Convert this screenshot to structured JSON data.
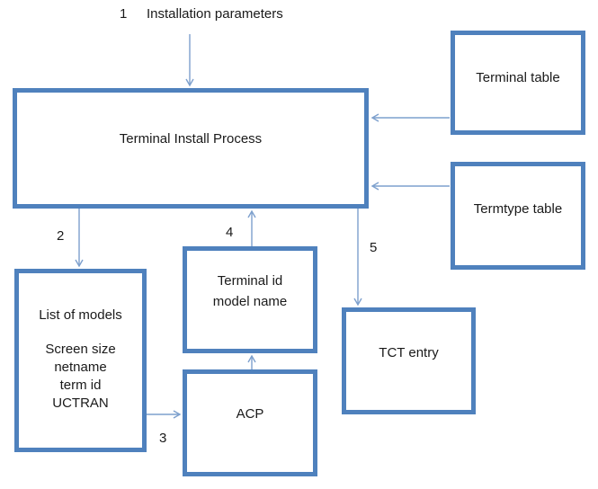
{
  "colors": {
    "box_border": "#4f81bd",
    "arrow": "#7da0cd",
    "text": "#1a1a1a",
    "background": "#ffffff"
  },
  "annotations": {
    "step1_number": "1",
    "step1_label": "Installation parameters",
    "step2_number": "2",
    "step3_number": "3",
    "step4_number": "4",
    "step5_number": "5"
  },
  "boxes": {
    "process": {
      "label": "Terminal Install Process"
    },
    "terminal_table": {
      "label": "Terminal table"
    },
    "termtype_table": {
      "label": "Termtype table"
    },
    "list_of_models": {
      "title": "List of models",
      "lines": [
        "Screen size",
        "netname",
        "term id",
        "UCTRAN"
      ]
    },
    "terminal_id": {
      "line1": "Terminal id",
      "line2": "model name"
    },
    "acp": {
      "label": "ACP"
    },
    "tct_entry": {
      "label": "TCT entry"
    }
  }
}
